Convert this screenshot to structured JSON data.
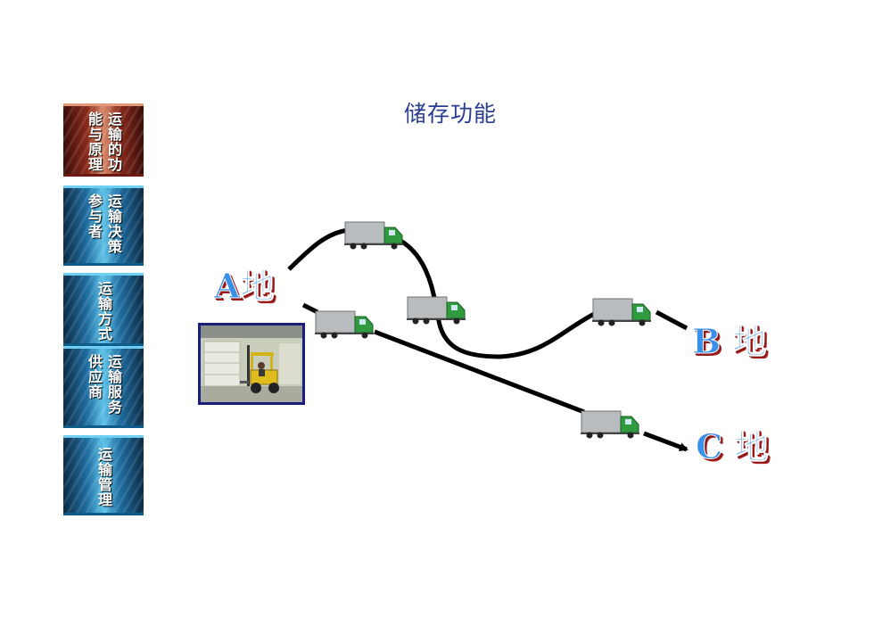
{
  "title": "储存功能",
  "sidebar": {
    "items": [
      {
        "cols": [
          "运输的功",
          "能与原理"
        ],
        "active": true
      },
      {
        "cols": [
          "运输决策",
          "参与者"
        ],
        "active": false
      },
      {
        "cols": [
          "运输方式"
        ],
        "active": false
      },
      {
        "cols": [
          "运输服务",
          "供应商"
        ],
        "active": false
      },
      {
        "cols": [
          "运输管理"
        ],
        "active": false
      }
    ]
  },
  "places": {
    "a": "A地",
    "b": "B 地",
    "c": "C 地"
  },
  "icons": {
    "truck": "truck-icon",
    "forklift_photo": "forklift-warehouse-photo"
  },
  "colors": {
    "title": "#2a3d8f",
    "place_text": "#3a8fe8",
    "place_shadow": "#b02020",
    "route": "#000000"
  }
}
